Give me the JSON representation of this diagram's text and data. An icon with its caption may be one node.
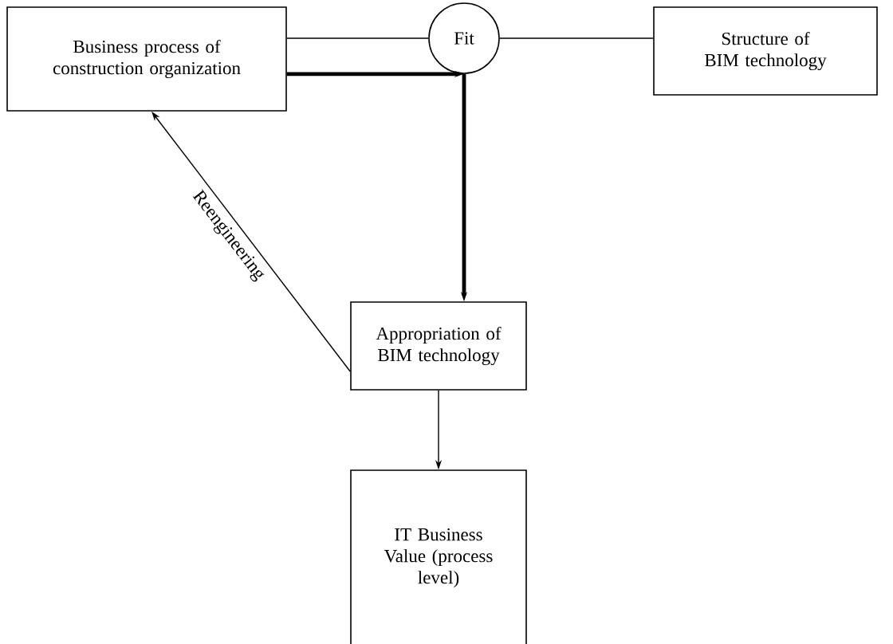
{
  "diagram": {
    "nodes": [
      {
        "text": [
          "Business process of construction organization"
        ]
      },
      {
        "text": [
          "Fit"
        ]
      },
      {
        "text": [
          "Structure of BIM technology"
        ]
      },
      {
        "text": [
          "Appropriation of BIM technology"
        ]
      },
      {
        "text": [
          "IT Business Value (process level)"
        ]
      }
    ],
    "edges": [
      {
        "from": 0,
        "to": 1,
        "arrow": "none"
      },
      {
        "from": 1,
        "to": 2,
        "arrow": "none"
      },
      {
        "from": 0,
        "to": 1,
        "arrow": "to",
        "style": "thick"
      },
      {
        "from": 1,
        "to": 3,
        "arrow": "to",
        "style": "thick"
      },
      {
        "from": 3,
        "to": 0,
        "arrow": "to",
        "label": "Reengineering"
      },
      {
        "from": 3,
        "to": 4,
        "arrow": "to"
      }
    ]
  }
}
